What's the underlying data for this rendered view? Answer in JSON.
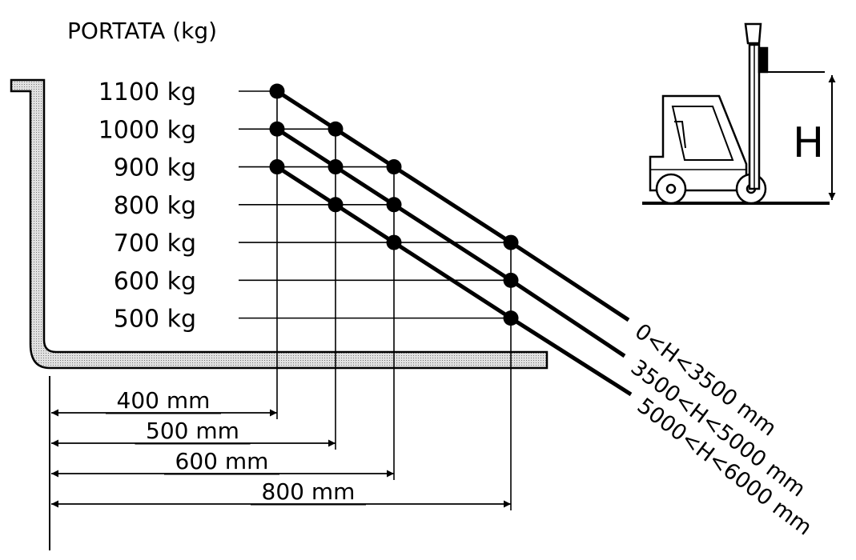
{
  "title": "PORTATA (kg)",
  "height_symbol": "H",
  "capacities": [
    "1100 kg",
    "1000 kg",
    "900 kg",
    "800 kg",
    "700 kg",
    "600 kg",
    "500 kg"
  ],
  "load_centers": [
    "400 mm",
    "500 mm",
    "600 mm",
    "800 mm"
  ],
  "curves": [
    "0<H<3500 mm",
    "3500<H<5000 mm",
    "5000<H<6000 mm"
  ],
  "chart_data": {
    "type": "line",
    "title": "PORTATA (kg)",
    "x": [
      400,
      500,
      600,
      800
    ],
    "series": [
      {
        "name": "0<H<3500 mm",
        "values": [
          1100,
          1000,
          900,
          700
        ]
      },
      {
        "name": "3500<H<5000 mm",
        "values": [
          1000,
          900,
          800,
          600
        ]
      },
      {
        "name": "5000<H<6000 mm",
        "values": [
          900,
          800,
          700,
          500
        ]
      }
    ],
    "colors": {
      "ink": "#000000",
      "fork_fill": "#c8c8c8"
    }
  }
}
